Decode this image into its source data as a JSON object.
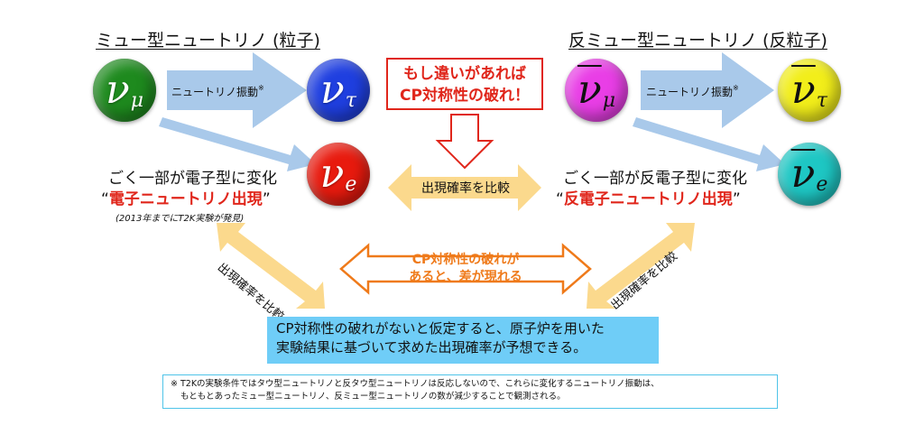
{
  "headings": {
    "left": "ミュー型ニュートリノ (粒子)",
    "right": "反ミュー型ニュートリノ (反粒子)"
  },
  "particles": {
    "nu_mu": {
      "symbol": "ν",
      "sub": "μ",
      "color": "#1e8a1e"
    },
    "nu_tau": {
      "symbol": "ν",
      "sub": "τ",
      "color": "#1f3fe0"
    },
    "nu_e": {
      "symbol": "ν",
      "sub": "e",
      "color": "#e81a0e"
    },
    "anti_nu_mu": {
      "symbol": "ν",
      "sub": "μ",
      "color": "#e93ee6"
    },
    "anti_nu_tau": {
      "symbol": "ν",
      "sub": "τ",
      "color": "#f2ee1a"
    },
    "anti_nu_e": {
      "symbol": "ν",
      "sub": "e",
      "color": "#1ec7c4"
    }
  },
  "arrows": {
    "left_oscillation": "ニュートリノ振動",
    "left_asterisk": "※",
    "right_oscillation": "ニュートリノ振動",
    "right_asterisk": "※"
  },
  "warning": {
    "line1": "もし違いがあれば",
    "line2": "CP対称性の破れ！"
  },
  "left_desc": {
    "line1": "ごく一部が電子型に変化",
    "quote_open": "“",
    "highlight": "電子ニュートリノ出現",
    "quote_close": "”",
    "note": "(2013年までにT2K実験が発見)"
  },
  "right_desc": {
    "line1": "ごく一部が反電子型に変化",
    "quote_open": "“",
    "highlight": "反電子ニュートリノ出現",
    "quote_close": "”"
  },
  "compare": {
    "center": "出現確率を比較",
    "left_diag": "出現確率を比較",
    "right_diag": "出現確率を比較"
  },
  "cp_break": {
    "line1": "CP対称性の破れが",
    "line2": "あると、差が現れる"
  },
  "prediction": {
    "line1": "CP対称性の破れがないと仮定すると、原子炉を用いた",
    "line2": "実験結果に基づいて求めた出現確率が予想できる。"
  },
  "footnote": {
    "line1": "※ T2Kの実験条件ではタウ型ニュートリノと反タウ型ニュートリノは反応しないので、これらに変化するニュートリノ振動は、",
    "line2": "もともとあったミュー型ニュートリノ、反ミュー型ニュートリノの数が減少することで観測される。"
  }
}
